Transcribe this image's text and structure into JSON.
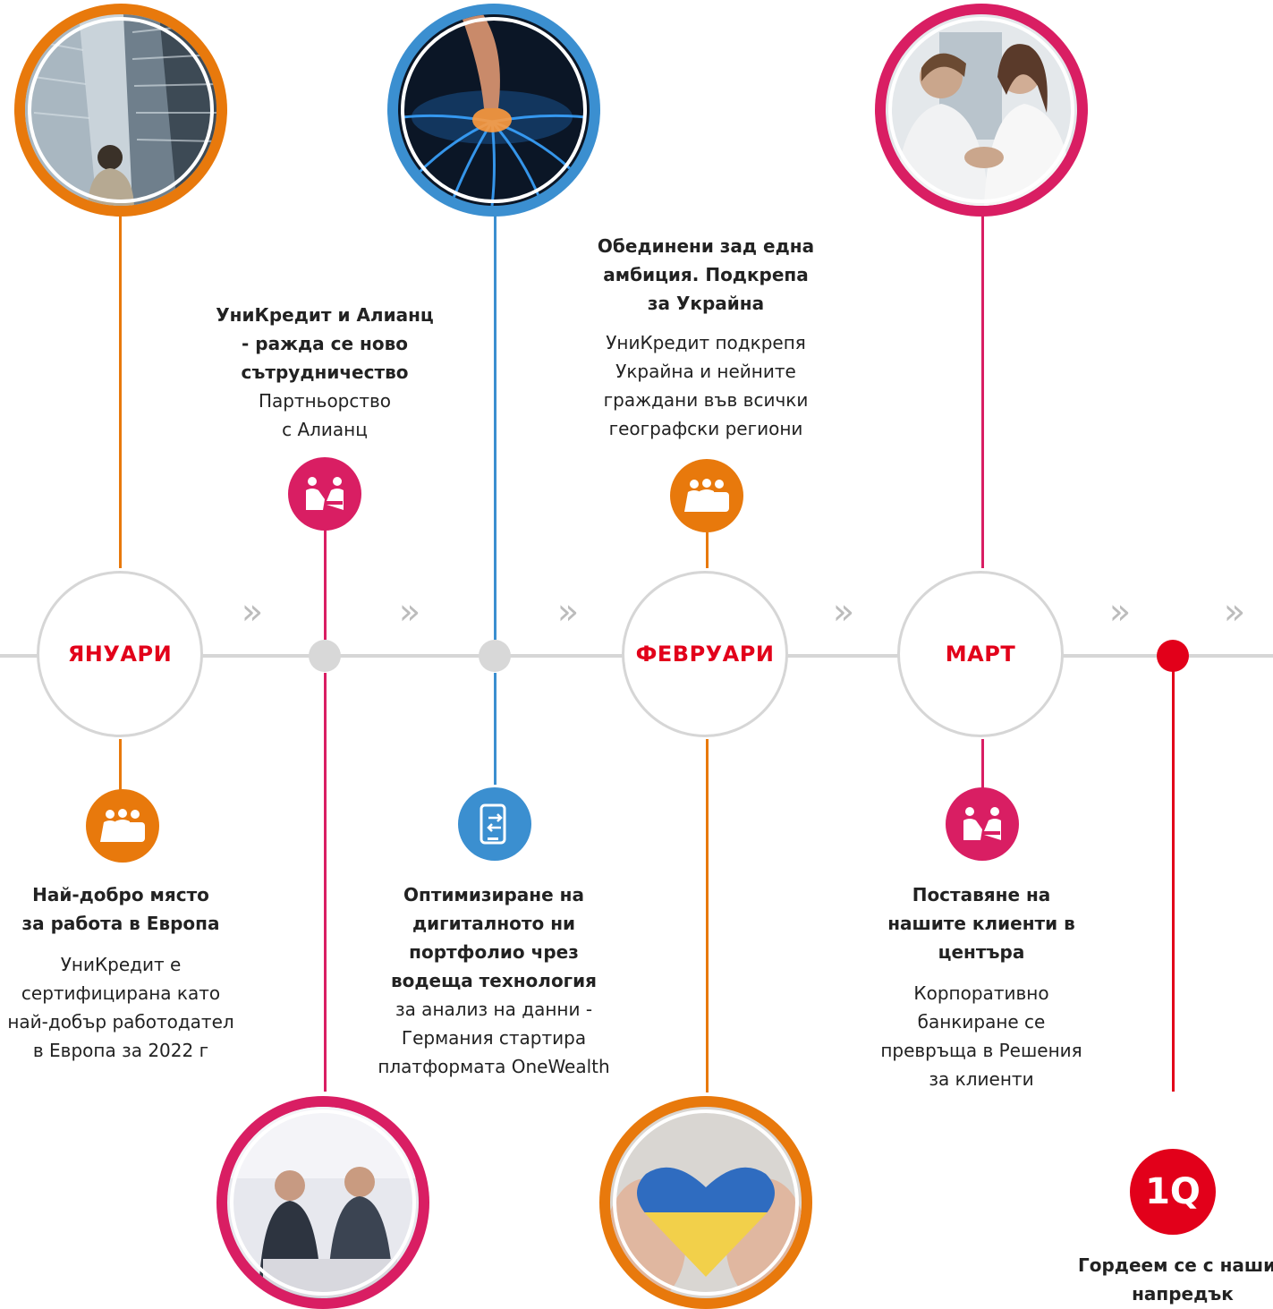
{
  "colors": {
    "orange": "#e8790c",
    "blue": "#3b8fd0",
    "magenta": "#d91e63",
    "red": "#e2001a",
    "grey_line": "#d6d6d6"
  },
  "months": {
    "january": "ЯНУАРИ",
    "february": "ФЕВРУАРИ",
    "march": "МАРТ"
  },
  "events": {
    "best_workplace": {
      "title": "Най-добро място за работа в Европа",
      "body": "УниКредит е сертифицирана като най-добър работодател в Европа за 2022 г",
      "icon": "people-group-icon"
    },
    "allianz": {
      "title": "УниКредит и Алианц - ражда се ново сътрудничество",
      "body": "Партньорство с Алианц",
      "icon": "handshake-icon"
    },
    "digital": {
      "title": "Оптимизиране на дигиталното ни портфолио чрез водеща технология",
      "body": "за анализ на данни - Германия стартира платформата OneWealth",
      "icon": "mobile-transfer-icon"
    },
    "ukraine": {
      "title": "Обединени зад една амбиция. Подкрепа за Украйна",
      "body": "УниКредит подкрепя Украйна и нейните граждани във всички географски региони",
      "icon": "people-group-icon"
    },
    "clients": {
      "title": "Поставяне на нашите клиенти в центъра",
      "body": "Корпоративно банкиране се превръща в Решения за клиенти",
      "icon": "handshake-icon"
    }
  },
  "quarter": {
    "badge": "1Q",
    "title": "Гордеем се с нашия напредък"
  }
}
